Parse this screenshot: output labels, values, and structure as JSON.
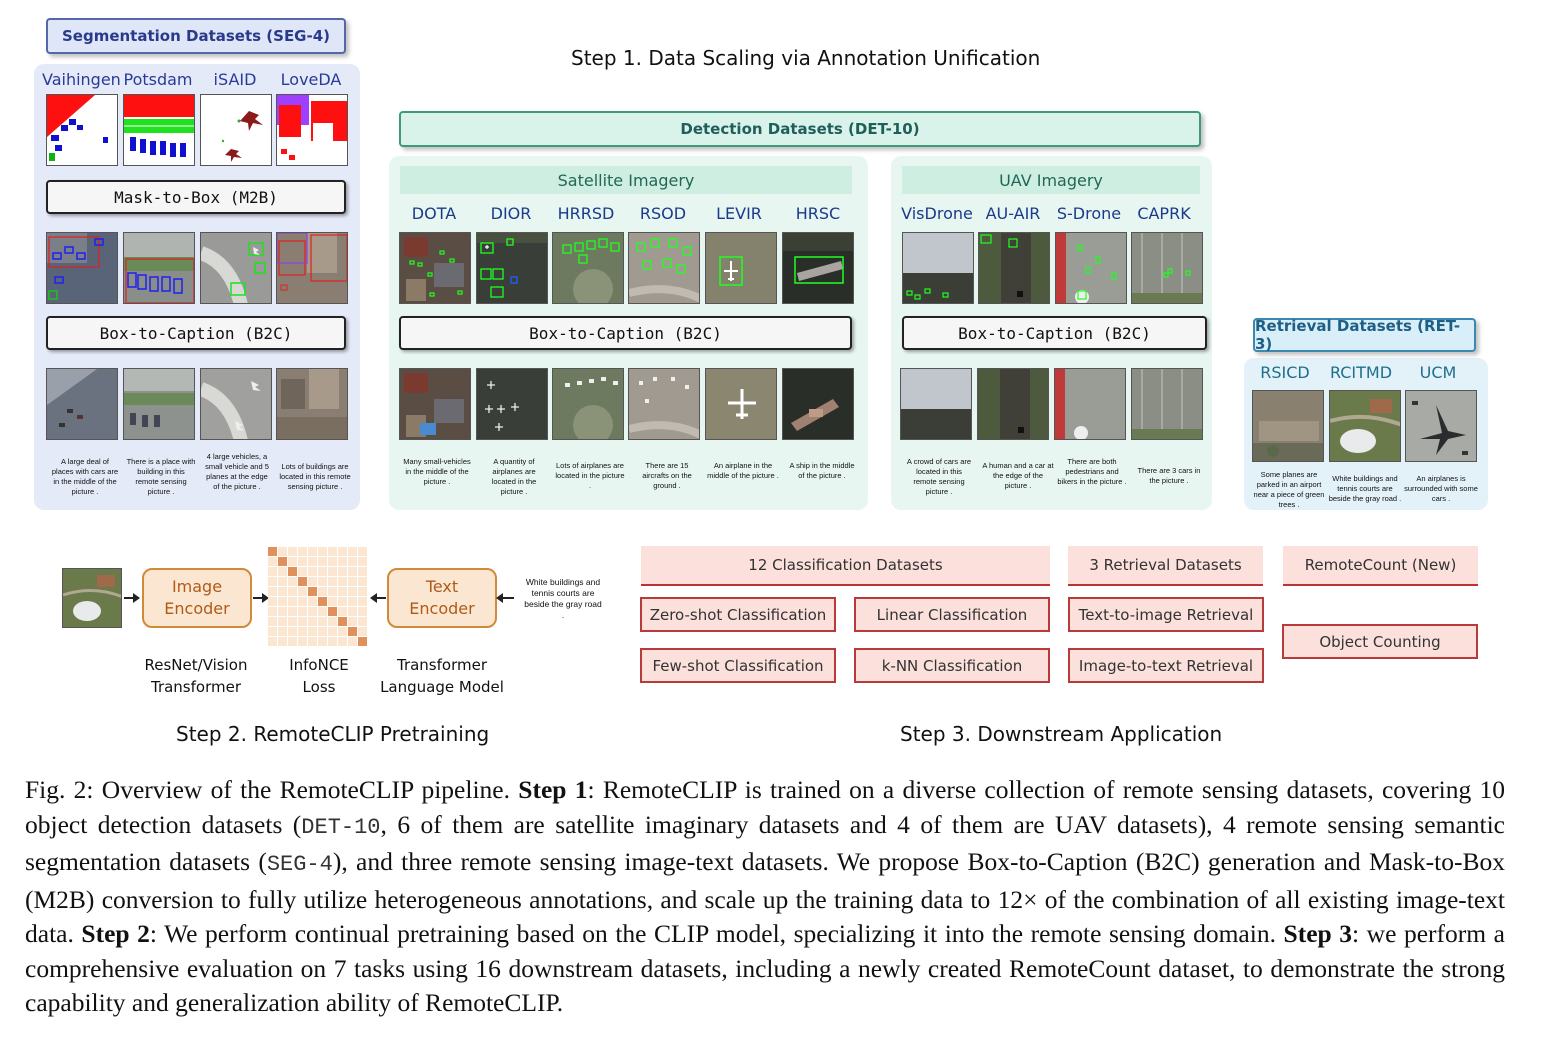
{
  "step1_title": "Step 1. Data Scaling via Annotation Unification",
  "step2_title": "Step 2. RemoteCLIP Pretraining",
  "step3_title": "Step 3. Downstream Application",
  "seg": {
    "header": "Segmentation Datasets (SEG-4)",
    "datasets": [
      "Vaihingen",
      "Potsdam",
      "iSAID",
      "LoveDA"
    ],
    "m2b_label": "Mask-to-Box (M2B)",
    "b2c_label": "Box-to-Caption (B2C)",
    "captions": [
      "A large deal of places with cars are in the middle of the picture .",
      "There is a place with building in this remote sensing picture .",
      "4 large vehicles, a small vehicle and 5 planes at the edge of the picture .",
      "Lots of buildings are located in this remote sensing picture ."
    ]
  },
  "det": {
    "header": "Detection Datasets (DET-10)",
    "satellite": {
      "label": "Satellite Imagery",
      "datasets": [
        "DOTA",
        "DIOR",
        "HRRSD",
        "RSOD",
        "LEVIR",
        "HRSC"
      ],
      "b2c_label": "Box-to-Caption (B2C)",
      "captions": [
        "Many small-vehicles in the middle of the picture .",
        "A quantity of airplanes are located in the picture .",
        "Lots of airplanes are located in the picture .",
        "There are 15 aircrafts on the ground .",
        "An airplane in the middle of the picture .",
        "A ship in the middle of the picture ."
      ]
    },
    "uav": {
      "label": "UAV Imagery",
      "datasets": [
        "VisDrone",
        "AU-AIR",
        "S-Drone",
        "CAPRK"
      ],
      "b2c_label": "Box-to-Caption (B2C)",
      "captions": [
        "A crowd of cars are located in this remote sensing picture .",
        "A human and a car at the edge of the picture .",
        "There are both pedestrians and bikers in the picture .",
        "There are 3 cars in the picture ."
      ]
    }
  },
  "ret": {
    "header": "Retrieval Datasets (RET-3)",
    "datasets": [
      "RSICD",
      "RCITMD",
      "UCM"
    ],
    "captions": [
      "Some planes are parked in an airport near a piece of green trees .",
      "White buildings and tennis courts are beside the gray road .",
      "An airplanes is surrounded with some cars ."
    ]
  },
  "step2": {
    "image_encoder": [
      "Image",
      "Encoder"
    ],
    "text_encoder": [
      "Text",
      "Encoder"
    ],
    "image_encoder_label": [
      "ResNet/Vision",
      "Transformer"
    ],
    "loss_label": [
      "InfoNCE",
      "Loss"
    ],
    "text_encoder_label": [
      "Transformer",
      "Language Model"
    ],
    "input_text": "White buildings and tennis courts are beside the gray road ."
  },
  "step3": {
    "cls_header": "12 Classification Datasets",
    "ret_header": "3 Retrieval Datasets",
    "count_header": "RemoteCount (New)",
    "tasks": {
      "zero_shot": "Zero-shot Classification",
      "linear": "Linear Classification",
      "few_shot": "Few-shot Classification",
      "knn": "k-NN Classification",
      "t2i": "Text-to-image Retrieval",
      "i2t": "Image-to-text Retrieval",
      "counting": "Object Counting"
    }
  },
  "caption": {
    "fig": "Fig. 2: Overview of the RemoteCLIP pipeline. ",
    "s1": "Step 1",
    "t1": ": RemoteCLIP is trained on a diverse collection of remote sensing datasets, covering 10 object detection datasets (",
    "m1": "DET-10",
    "t2": ", 6 of them are satellite imaginary datasets and 4 of them are UAV datasets), 4 remote sensing semantic segmentation datasets (",
    "m2": "SEG-4",
    "t3": "), and three remote sensing image-text datasets. We propose Box-to-Caption (B2C) generation and Mask-to-Box (M2B) conversion to fully utilize heterogeneous annotations, and scale up the training data to 12× of the combination of all existing image-text data. ",
    "s2": "Step 2",
    "t4": ": We perform continual pretraining based on the CLIP model, specializing it into the remote sensing domain. ",
    "s3": "Step 3",
    "t5": ": we perform a comprehensive evaluation on 7 tasks using 16 downstream datasets, including a newly created RemoteCount dataset, to demonstrate the strong capability and generalization ability of RemoteCLIP."
  },
  "colors": {
    "seg_panel": "#e4eaf8",
    "det_panel": "#e8f6f1",
    "ret_panel": "#e3f1f8",
    "encoder": "#d08a3a",
    "task_border": "#b83a3a"
  }
}
